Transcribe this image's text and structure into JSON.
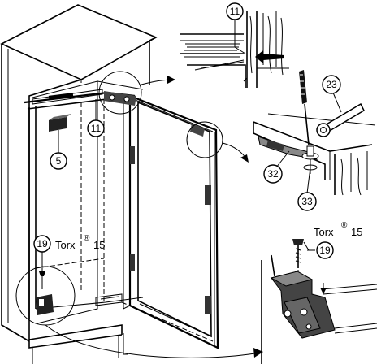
{
  "callouts": {
    "c5": "5",
    "c11a": "11",
    "c11b": "11",
    "c19a": "19",
    "c19b": "19",
    "c23": "23",
    "c32": "32",
    "c33": "33"
  },
  "torx": {
    "left": {
      "word": "Torx",
      "reg": "®",
      "size": "15"
    },
    "right": {
      "word": "Torx",
      "reg": "®",
      "size": "15"
    }
  }
}
